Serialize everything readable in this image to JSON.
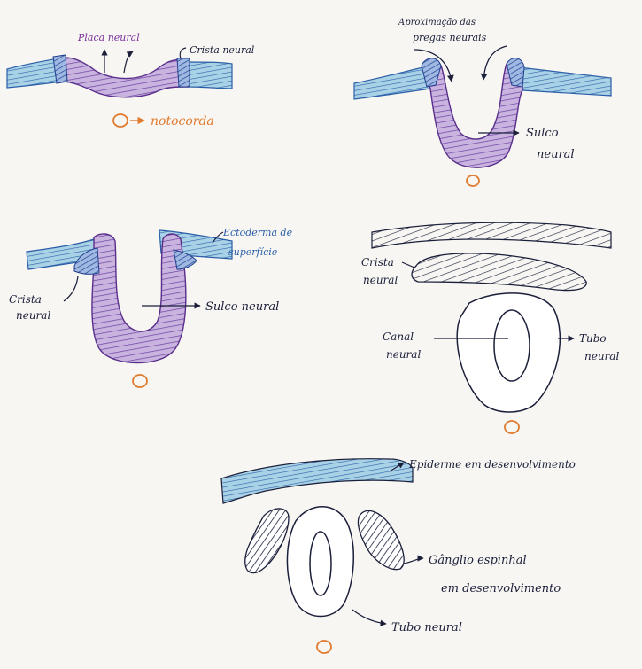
{
  "colors": {
    "paper": "#f7f6f2",
    "purple_fill": "#c9b3df",
    "purple_line": "#5a2f8c",
    "blue_fill": "#9cc7dd",
    "blue_line": "#2a5ea8",
    "ink": "#1b1f3a",
    "orange": "#e07a2e",
    "violet_label": "#7a2f9a"
  },
  "stage1": {
    "label_placa": "Placa neural",
    "label_crista": "Crista neural",
    "label_notocorda": "notocorda"
  },
  "stage2": {
    "label_aproximacao_1": "Aproximação das",
    "label_aproximacao_2": "pregas neurais",
    "label_sulco_1": "Sulco",
    "label_sulco_2": "neural"
  },
  "stage3": {
    "label_ectoderma_1": "Ectoderma de",
    "label_ectoderma_2": "superfície",
    "label_crista_1": "Crista",
    "label_crista_2": "neural",
    "label_sulco": "Sulco neural"
  },
  "stage4": {
    "label_crista_1": "Crista",
    "label_crista_2": "neural",
    "label_canal_1": "Canal",
    "label_canal_2": "neural",
    "label_tubo_1": "Tubo",
    "label_tubo_2": "neural"
  },
  "stage5": {
    "label_epiderme": "Epiderme em desenvolvimento",
    "label_ganglio_1": "Gânglio espinhal",
    "label_ganglio_2": "em desenvolvimento",
    "label_tubo": "Tubo neural"
  }
}
